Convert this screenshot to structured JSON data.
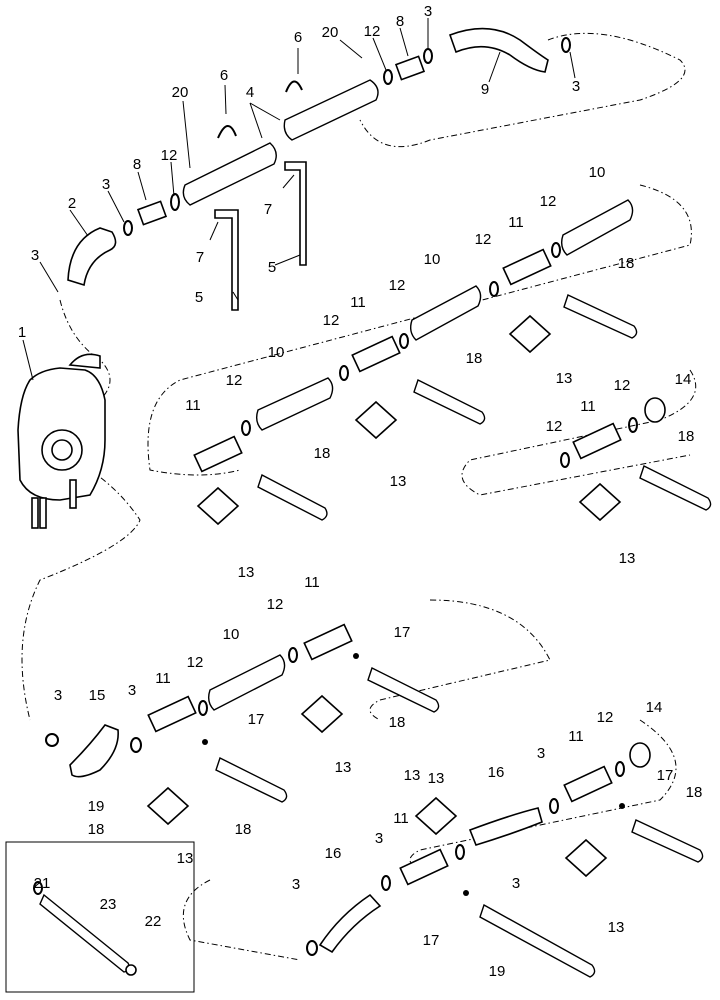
{
  "diagram": {
    "callouts": [
      "1",
      "2",
      "3",
      "4",
      "5",
      "6",
      "7",
      "8",
      "9",
      "10",
      "11",
      "12",
      "13",
      "14",
      "15",
      "16",
      "17",
      "18",
      "19",
      "20",
      "21",
      "22",
      "23"
    ],
    "inset": {
      "header_top": "19",
      "header_bottom": "18",
      "labels": [
        "21",
        "23",
        "22"
      ]
    }
  }
}
